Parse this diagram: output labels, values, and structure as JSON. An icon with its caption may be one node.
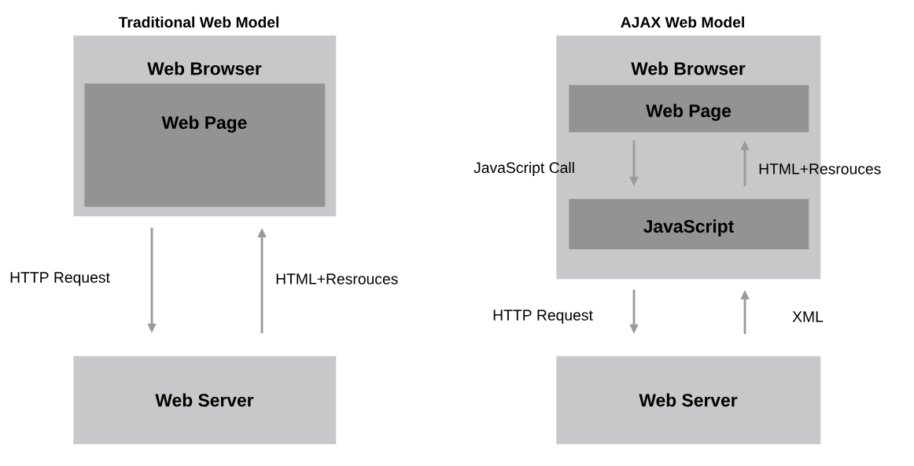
{
  "diagram": {
    "nodes": [
      {
        "text": [
          "Web Browser"
        ]
      },
      {
        "text": [
          "Web Page"
        ],
        "in": 0
      },
      {
        "text": [
          "Web Server"
        ]
      },
      {
        "text": [
          "Web Browser"
        ]
      },
      {
        "text": [
          "Web Page"
        ],
        "in": 3
      },
      {
        "text": [
          "JavaScript"
        ],
        "in": 3
      },
      {
        "text": [
          "Web Server"
        ]
      }
    ],
    "edges": [
      {
        "from": 0,
        "to": 2,
        "arrow": "to",
        "label": "HTTP Request"
      },
      {
        "from": 2,
        "to": 0,
        "arrow": "to",
        "label": "HTML+Resrouces"
      },
      {
        "from": 4,
        "to": 5,
        "arrow": "to",
        "label": "JavaScript Call"
      },
      {
        "from": 5,
        "to": 4,
        "arrow": "to",
        "label": "HTML+Resrouces"
      },
      {
        "from": 3,
        "to": 6,
        "arrow": "to",
        "label": "HTTP Request"
      },
      {
        "from": 6,
        "to": 3,
        "arrow": "to",
        "label": "XML"
      }
    ],
    "labels": [
      "Traditional Web Model",
      "AJAX Web Model"
    ]
  }
}
